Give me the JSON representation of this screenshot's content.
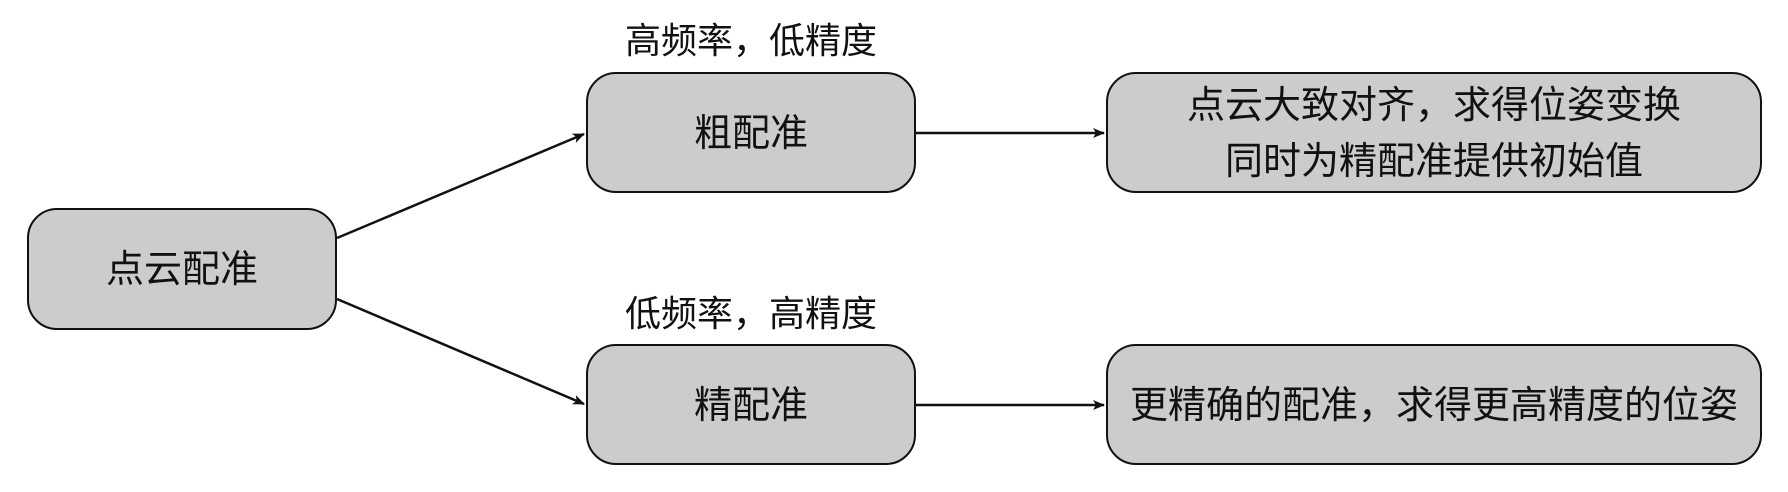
{
  "nodes": {
    "root": {
      "label": "点云配准"
    },
    "coarse": {
      "label": "粗配准",
      "caption": "高频率，低精度",
      "description": [
        "点云大致对齐，求得位姿变换",
        "同时为精配准提供初始值"
      ]
    },
    "fine": {
      "label": "精配准",
      "caption": "低频率，高精度",
      "description": [
        "更精确的配准，求得更高精度的位姿"
      ]
    }
  },
  "edges": [
    {
      "from": "root",
      "to": "coarse"
    },
    {
      "from": "root",
      "to": "fine"
    },
    {
      "from": "coarse",
      "to": "coarse-desc"
    },
    {
      "from": "fine",
      "to": "fine-desc"
    }
  ],
  "colors": {
    "node_fill": "#cccccc",
    "stroke": "#111111"
  }
}
